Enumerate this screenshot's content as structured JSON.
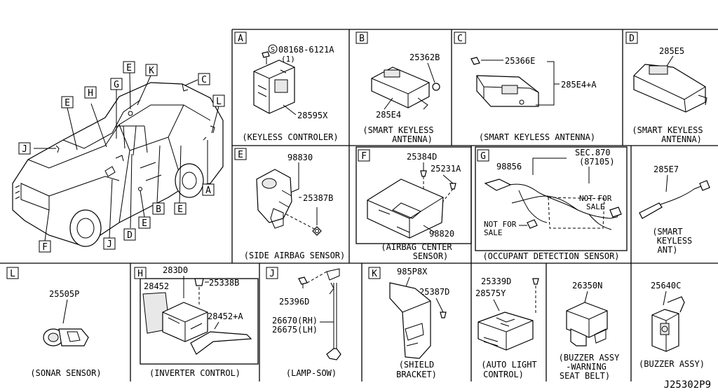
{
  "diagram_id": "J25302P9",
  "overview_callouts": {
    "C": "C",
    "E1": "E",
    "K": "K",
    "H": "H",
    "G": "G",
    "E2": "E",
    "L": "L",
    "J1": "J",
    "A": "A",
    "B": "B",
    "E3": "E",
    "E4": "E",
    "D": "D",
    "F": "F",
    "J2": "J"
  },
  "panels": {
    "A": {
      "letter": "A",
      "p1": "08168-6121A",
      "p1_qty": "(1)",
      "p1_mark": "S",
      "p2": "28595X",
      "caption": "(KEYLESS CONTROLER)"
    },
    "B": {
      "letter": "B",
      "p1": "25362B",
      "p2": "285E4",
      "caption1": "(SMART KEYLESS",
      "caption2": "ANTENNA)"
    },
    "C": {
      "letter": "C",
      "p1": "25366E",
      "p2": "285E4+A",
      "caption": "(SMART KEYLESS ANTENNA)"
    },
    "D": {
      "letter": "D",
      "p1": "285E5",
      "caption1": "(SMART KEYLESS",
      "caption2": "ANTENNA)"
    },
    "E": {
      "letter": "E",
      "p1": "98830",
      "p2": "25387B",
      "caption": "(SIDE AIRBAG SENSOR)"
    },
    "F": {
      "letter": "F",
      "p1": "25384D",
      "p2": "25231A",
      "p3": "98820",
      "caption1": "(AIRBAG CENTER",
      "caption2": "SENSOR)"
    },
    "G": {
      "letter": "G",
      "p1": "98856",
      "sec1": "SEC.870",
      "sec2": "(87105)",
      "nfs1a": "NOT FOR",
      "nfs1b": "SALE",
      "nfs2a": "NOT FOR",
      "nfs2b": "SALE",
      "caption": "(OCCUPANT DETECTION SENSOR)"
    },
    "SK": {
      "p1": "285E7",
      "caption1": "(SMART",
      "caption2": "KEYLESS",
      "caption3": "ANT)"
    },
    "L": {
      "letter": "L",
      "p1": "25505P",
      "caption": "(SONAR SENSOR)"
    },
    "H": {
      "letter": "H",
      "p1": "283D0",
      "p2": "28452",
      "p3": "25338B",
      "p4": "28452+A",
      "caption": "(INVERTER CONTROL)"
    },
    "J": {
      "letter": "J",
      "p1": "25396D",
      "p2": "26670(RH)",
      "p3": "26675(LH)",
      "caption": "(LAMP-SOW)"
    },
    "K": {
      "letter": "K",
      "p1": "985P8X",
      "p2": "25387D",
      "caption1": "(SHIELD",
      "caption2": "BRACKET)"
    },
    "AL": {
      "p1": "25339D",
      "p2": "28575Y",
      "caption1": "(AUTO LIGHT",
      "caption2": "CONTROL)"
    },
    "BW": {
      "p1": "26350N",
      "caption1": "(BUZZER ASSY",
      "caption2": "-WARNING",
      "caption3": "SEAT BELT)"
    },
    "BZ": {
      "p1": "25640C",
      "caption": "(BUZZER ASSY)"
    }
  }
}
